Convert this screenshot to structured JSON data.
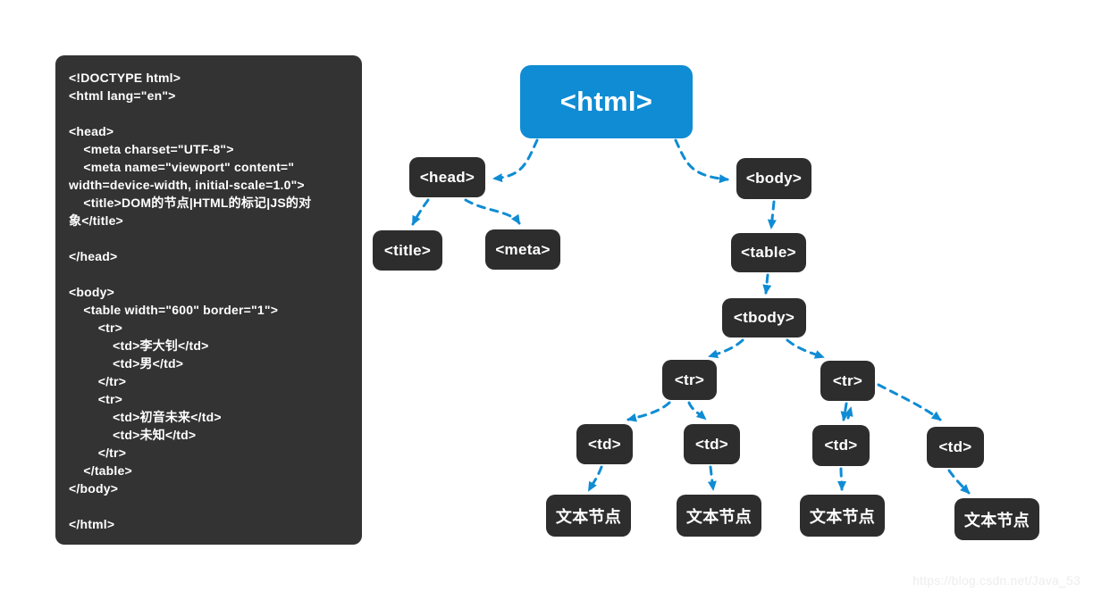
{
  "colors": {
    "accent_blue": "#0f8cd4",
    "node_dark": "#2d2d2d",
    "code_panel_bg": "#333333",
    "node_text": "#ffffff",
    "watermark_gray": "#ededef",
    "page_bg": "#ffffff"
  },
  "code_panel": {
    "lines": [
      "<!DOCTYPE html>",
      "<html lang=\"en\">",
      "",
      "<head>",
      "    <meta charset=\"UTF-8\">",
      "    <meta name=\"viewport\" content=\"",
      "width=device-width, initial-scale=1.0\">",
      "    <title>DOM的节点|HTML的标记|JS的对",
      "象</title>",
      "",
      "</head>",
      "",
      "<body>",
      "    <table width=\"600\" border=\"1\">",
      "        <tr>",
      "            <td>李大钊</td>",
      "            <td>男</td>",
      "        </tr>",
      "        <tr>",
      "            <td>初音未来</td>",
      "            <td>未知</td>",
      "        </tr>",
      "    </table>",
      "</body>",
      "",
      "</html>"
    ]
  },
  "tree": {
    "nodes": {
      "html": "<html>",
      "head": "<head>",
      "body": "<body>",
      "title": "<title>",
      "meta": "<meta>",
      "table": "<table>",
      "tbody": "<tbody>",
      "tr1": "<tr>",
      "tr2": "<tr>",
      "td1": "<td>",
      "td2": "<td>",
      "td3": "<td>",
      "td4": "<td>",
      "text1": "文本节点",
      "text2": "文本节点",
      "text3": "文本节点",
      "text4": "文本节点"
    }
  },
  "watermark": {
    "text": "https://blog.csdn.net/Java_53"
  }
}
